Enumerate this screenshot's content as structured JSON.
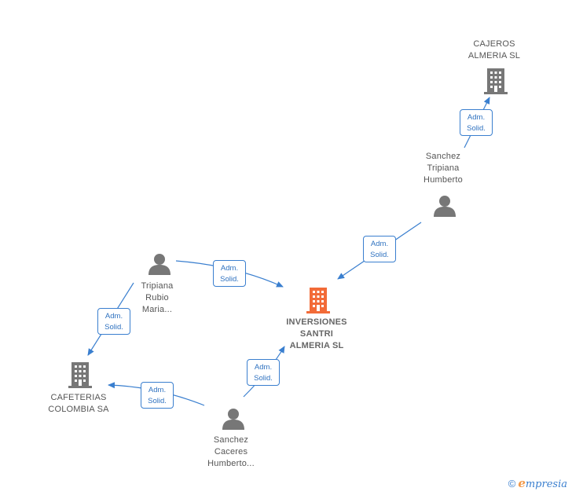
{
  "colors": {
    "company": "#777777",
    "main_company": "#f26b38",
    "person": "#777777",
    "edge": "#3a7fcf"
  },
  "nodes": {
    "cajeros": {
      "label": "CAJEROS\nALMERIA  SL",
      "type": "company"
    },
    "sanchez_tripiana": {
      "label": "Sanchez\nTripiana\nHumberto",
      "type": "person"
    },
    "tripiana_rubio": {
      "label": "Tripiana\nRubio\nMaria...",
      "type": "person"
    },
    "inversiones": {
      "label": "INVERSIONES\nSANTRI\nALMERIA  SL",
      "type": "main-company"
    },
    "cafeterias": {
      "label": "CAFETERIAS\nCOLOMBIA SA",
      "type": "company"
    },
    "sanchez_caceres": {
      "label": "Sanchez\nCaceres\nHumberto...",
      "type": "person"
    }
  },
  "edges": [
    {
      "from": "sanchez_tripiana",
      "to": "cajeros",
      "label": "Adm.\nSolid."
    },
    {
      "from": "sanchez_tripiana",
      "to": "inversiones",
      "label": "Adm.\nSolid."
    },
    {
      "from": "tripiana_rubio",
      "to": "inversiones",
      "label": "Adm.\nSolid."
    },
    {
      "from": "tripiana_rubio",
      "to": "cafeterias",
      "label": "Adm.\nSolid."
    },
    {
      "from": "sanchez_caceres",
      "to": "inversiones",
      "label": "Adm.\nSolid."
    },
    {
      "from": "sanchez_caceres",
      "to": "cafeterias",
      "label": "Adm.\nSolid."
    }
  ],
  "brand": {
    "copyright": "©",
    "e": "e",
    "rest": "mpresia"
  }
}
